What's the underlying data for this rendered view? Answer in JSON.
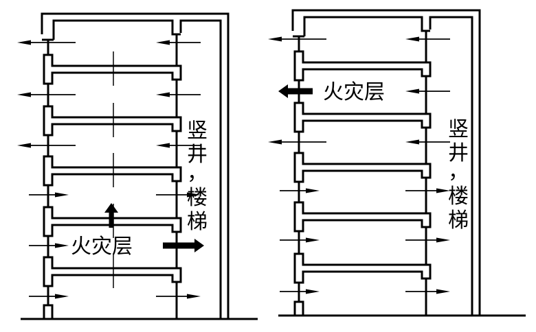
{
  "fire_floor_label": "火灾层",
  "shaft_label_chars": [
    "竖",
    "井",
    "，",
    "楼",
    "梯"
  ],
  "buildings": [
    {
      "name": "left",
      "fire_floor_index": 4,
      "left_arrows": [
        "out",
        "out",
        "out",
        "in",
        "in",
        "in"
      ],
      "right_arrows": [
        "in",
        "in",
        "in",
        "out",
        "out-bold",
        "out"
      ],
      "up_arrow_on_fire_floor": true
    },
    {
      "name": "right",
      "fire_floor_index": 1,
      "left_arrows": [
        "out",
        "out-bold",
        "out",
        "in",
        "in",
        "in"
      ],
      "right_arrows": [
        "in",
        "in",
        "in",
        "out",
        "out",
        "out"
      ],
      "up_arrow_on_fire_floor": false
    }
  ]
}
